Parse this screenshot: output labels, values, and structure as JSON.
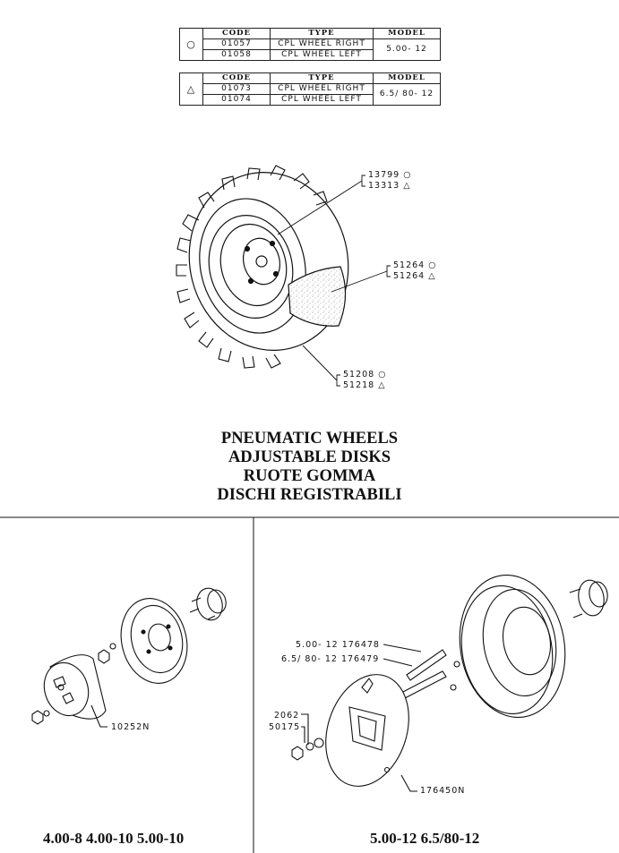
{
  "tables": [
    {
      "symbol": "○",
      "headers": {
        "code": "CODE",
        "type": "TYPE",
        "model": "MODEL"
      },
      "rows": [
        {
          "code": "01057",
          "type": "CPL  WHEEL  RIGHT"
        },
        {
          "code": "01058",
          "type": "CPL  WHEEL  LEFT"
        }
      ],
      "model": "5.00- 12"
    },
    {
      "symbol": "△",
      "headers": {
        "code": "CODE",
        "type": "TYPE",
        "model": "MODEL"
      },
      "rows": [
        {
          "code": "01073",
          "type": "CPL  WHEEL  RIGHT"
        },
        {
          "code": "01074",
          "type": "CPL  WHEEL  LEFT"
        }
      ],
      "model": "6.5/ 80- 12"
    }
  ],
  "wheel_callouts": {
    "c1": "13799 ○",
    "c2": "13313 △",
    "c3": "51264 ○",
    "c4": "51264 △",
    "c5": "51208 ○",
    "c6": "51218 △"
  },
  "title": {
    "line1": "PNEUMATIC WHEELS",
    "line2": "ADJUSTABLE DISKS",
    "line3": "RUOTE GOMMA",
    "line4": "DISCHI REGISTRABILI"
  },
  "left_panel": {
    "callout": "10252N",
    "sizes": "4.00-8  4.00-10  5.00-10"
  },
  "right_panel": {
    "callout_a": "5.00- 12 176478",
    "callout_b": "6.5/ 80- 12 176479",
    "callout_c": "2062",
    "callout_d": "50175",
    "callout_e": "176450N",
    "sizes": "5.00-12  6.5/80-12"
  }
}
